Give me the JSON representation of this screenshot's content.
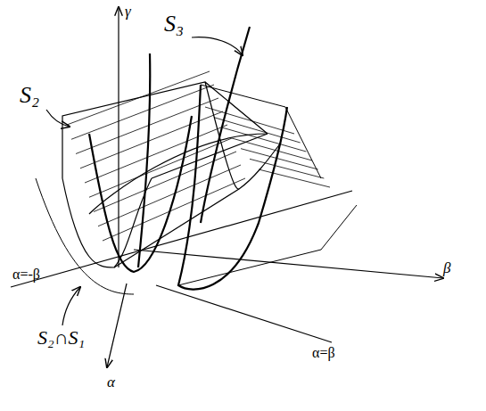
{
  "diagram": {
    "labels": [
      "γ",
      "S₃",
      "S₂",
      "β",
      "α=-β",
      "S₂∩S₁",
      "α=β",
      "α"
    ]
  }
}
